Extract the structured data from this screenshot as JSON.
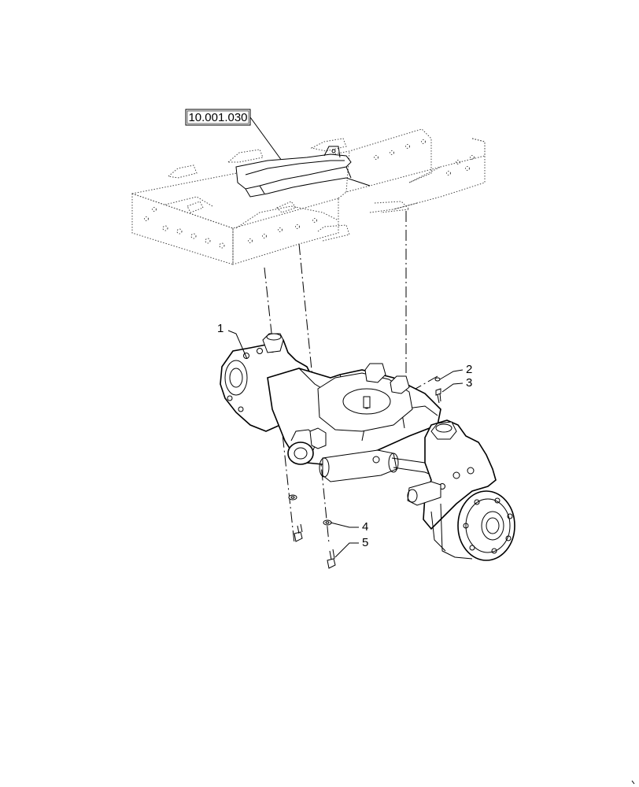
{
  "reference_label": "10.001.030",
  "callouts": [
    {
      "id": "1",
      "label": "1"
    },
    {
      "id": "2",
      "label": "2"
    },
    {
      "id": "3",
      "label": "3"
    },
    {
      "id": "4",
      "label": "4"
    },
    {
      "id": "5",
      "label": "5"
    }
  ]
}
